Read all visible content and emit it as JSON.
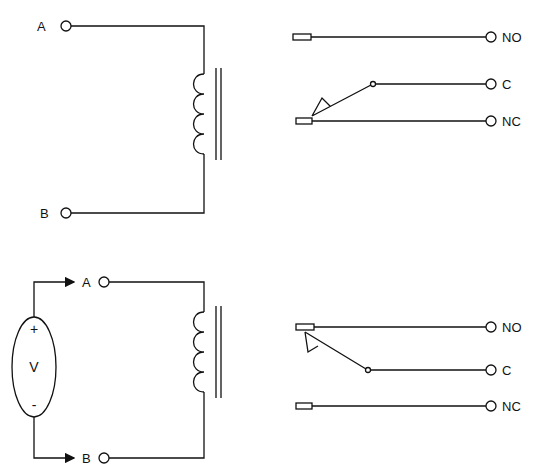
{
  "diagram": {
    "nodes": [
      {
        "text": [
          "+",
          "V",
          "-"
        ]
      }
    ],
    "labels": [
      "A",
      "B",
      "NO",
      "C",
      "NC",
      "A",
      "B",
      "NO",
      "C",
      "NC"
    ]
  }
}
